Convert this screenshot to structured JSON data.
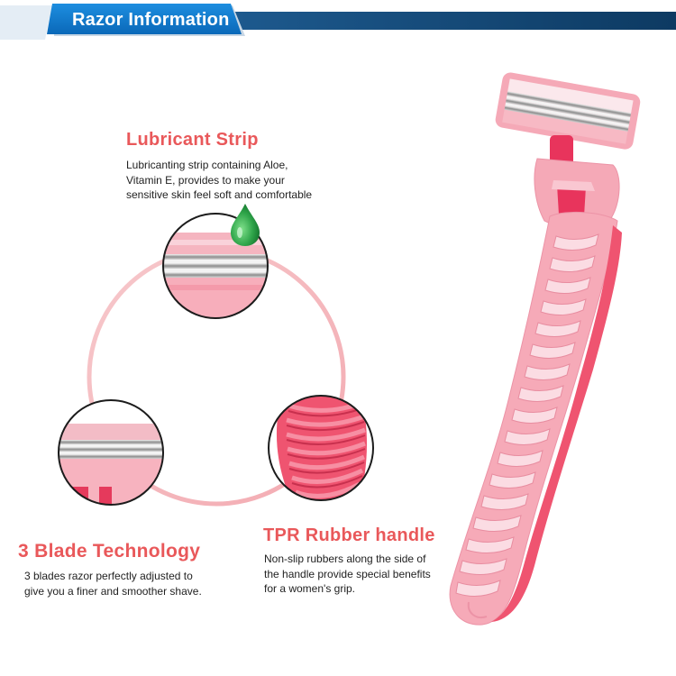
{
  "banner": {
    "title": "Razor Information"
  },
  "features": {
    "lubricant": {
      "title": "Lubricant Strip",
      "line1": "Lubricanting strip containing Aloe,",
      "line2": "Vitamin E, provides to make your",
      "line3": "sensitive skin feel soft and comfortable"
    },
    "blades": {
      "title": "3 Blade Technology",
      "line1": "3 blades razor perfectly adjusted to",
      "line2": "give you a finer and smoother shave."
    },
    "handle": {
      "title": "TPR Rubber handle",
      "line1": "Non-slip rubbers along the side of",
      "line2": "the handle provide special benefits",
      "line3": "for a women's grip."
    }
  },
  "colors": {
    "banner_blue": "#0b74c8",
    "banner_navy": "#0f3c63",
    "accent_red": "#e9585a",
    "razor_pink": "#f6aab8",
    "grip_red": "#ef5470",
    "drop_green": "#2fa54a"
  },
  "icons": {
    "drop": "green-water-drop-icon"
  }
}
